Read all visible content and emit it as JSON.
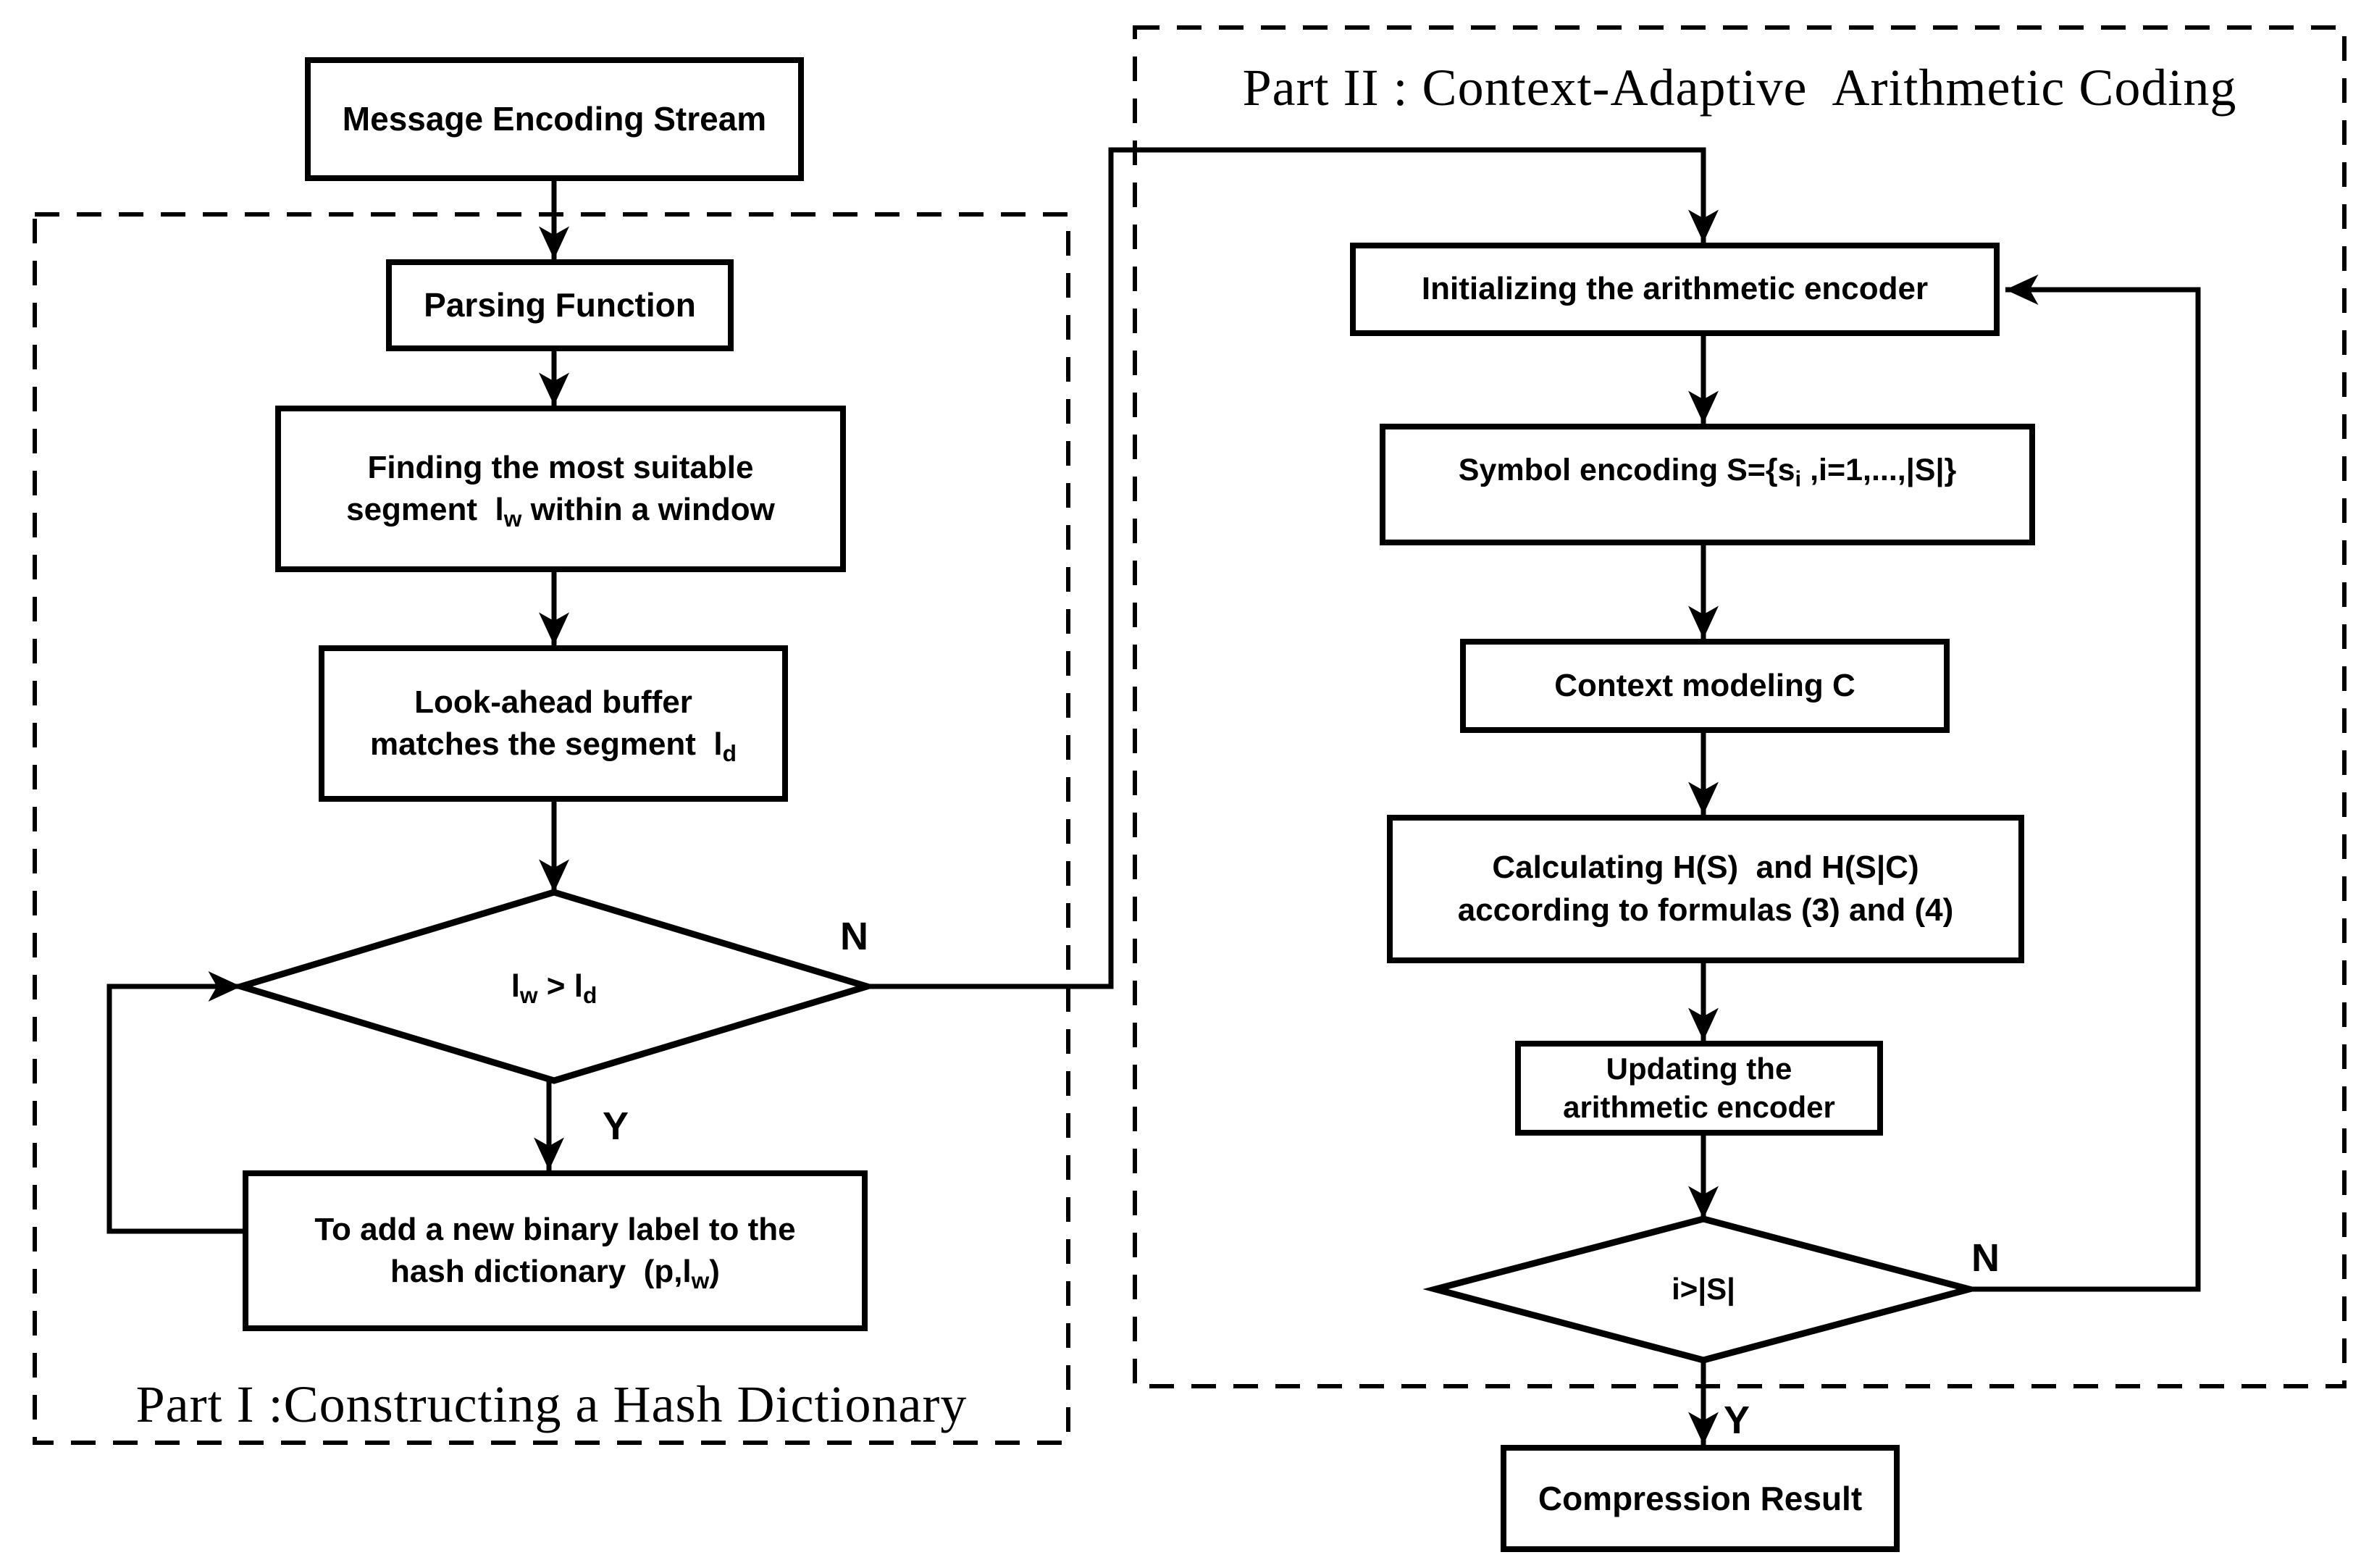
{
  "diagram": {
    "title_part1": "Part I :Constructing a Hash Dictionary",
    "title_part2": "Part II : Context-Adaptive  Arithmetic Coding",
    "colors": {
      "line": "#000000",
      "background": "#ffffff",
      "text": "#000000"
    },
    "part1": {
      "message_stream": {
        "text": "Message Encoding Stream"
      },
      "parsing": {
        "text": "Parsing Function"
      },
      "finding": {
        "line1": "Finding the most suitable",
        "line2_pre": "segment  l",
        "line2_sub": "w",
        "line2_post": " within a window"
      },
      "lookahead": {
        "line1": "Look-ahead buffer",
        "line2_pre": "matches the segment  l",
        "line2_sub": "d"
      },
      "decision": {
        "pre": "l",
        "sub1": "w",
        "mid": " > l",
        "sub2": "d"
      },
      "add_label": {
        "line1": "To add a new binary label to the",
        "line2_pre": "hash dictionary  (p,l",
        "line2_sub": "w",
        "line2_post": ")"
      },
      "branch_no": "N",
      "branch_yes": "Y"
    },
    "part2": {
      "initializing": {
        "text": "Initializing the arithmetic encoder"
      },
      "symbol": {
        "pre": "Symbol encoding S={s",
        "sub": "i",
        "post": " ,i=1,...,|S|}"
      },
      "context": {
        "text": "Context modeling C"
      },
      "calculating": {
        "line1": "Calculating H(S)  and H(S|C)",
        "line2": "according to formulas (3) and (4)"
      },
      "updating": {
        "line1": "Updating the",
        "line2": "arithmetic encoder"
      },
      "decision": {
        "text": "i>|S|"
      },
      "branch_no": "N",
      "branch_yes": "Y"
    },
    "result": {
      "text": "Compression Result"
    }
  }
}
